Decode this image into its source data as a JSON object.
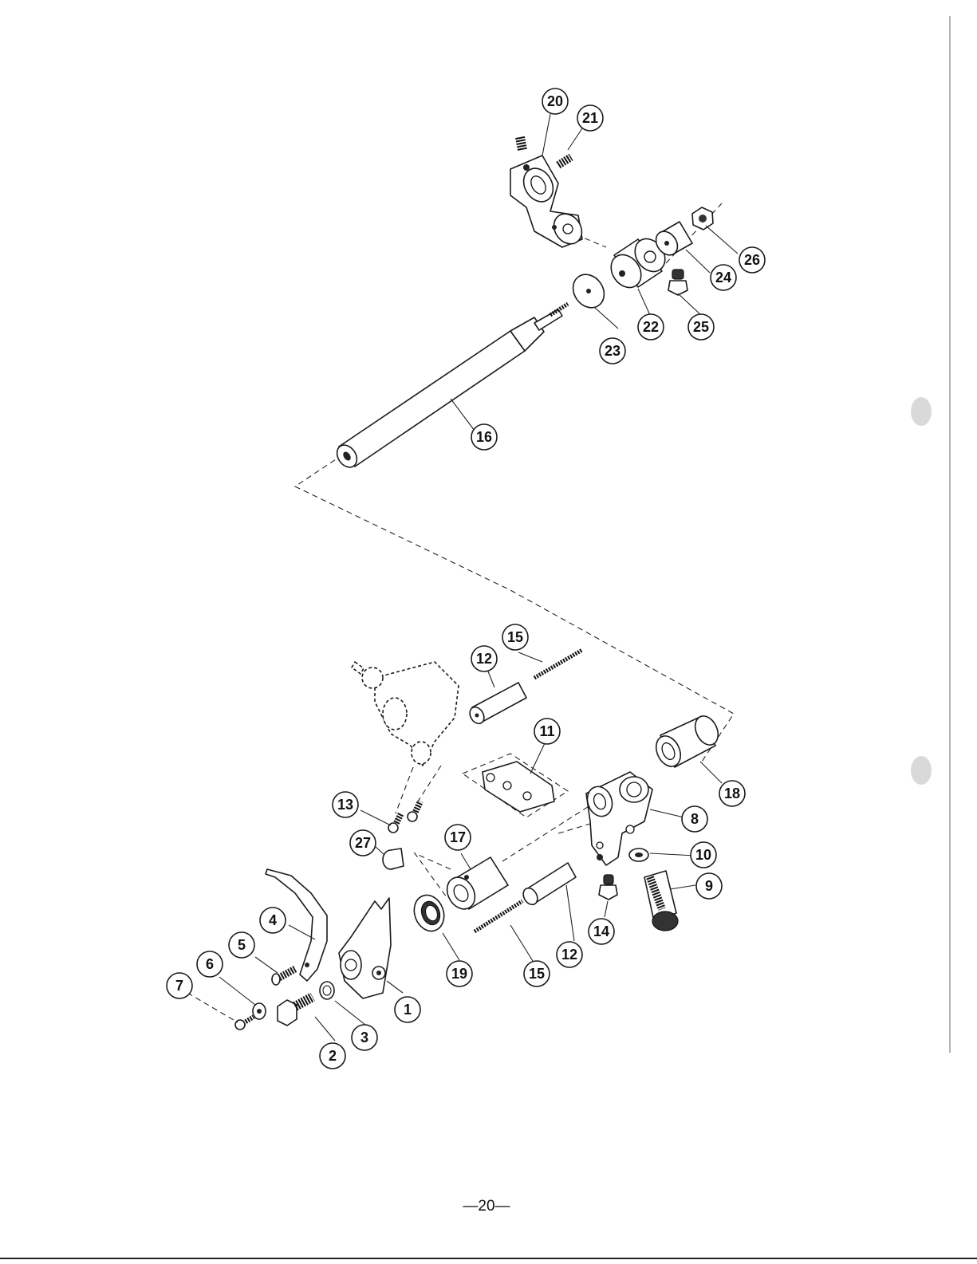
{
  "page": {
    "page_number": "—20—"
  },
  "callouts": [
    "1",
    "2",
    "3",
    "4",
    "5",
    "6",
    "7",
    "8",
    "9",
    "10",
    "11",
    "12",
    "12",
    "13",
    "14",
    "15",
    "15",
    "16",
    "17",
    "18",
    "19",
    "20",
    "21",
    "22",
    "23",
    "24",
    "25",
    "26",
    "27"
  ]
}
